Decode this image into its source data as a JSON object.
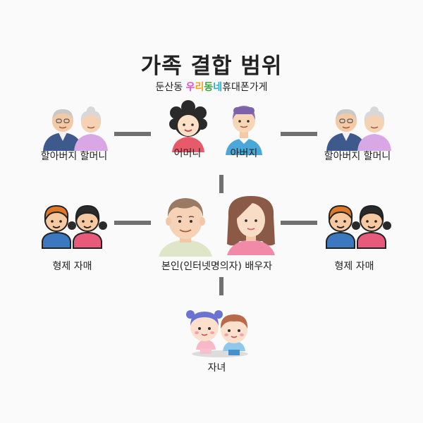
{
  "title": "가족 결합 범위",
  "subtitle": {
    "prefix": "둔산동 ",
    "brand_chars": [
      "우",
      "리",
      "동",
      "네"
    ],
    "brand_colors": [
      "#e84bd8",
      "#f0a020",
      "#3aa63a",
      "#2aa8d8"
    ],
    "suffix": "휴대폰가게"
  },
  "nodes": {
    "left_grandparents": "할아버지 할머니",
    "mother": "어머니",
    "father": "아버지",
    "right_grandparents": "할아버지 할머니",
    "left_siblings": "형제 자매",
    "self_spouse": "본인(인터넷명의자) 배우자",
    "right_siblings": "형제 자매",
    "children": "자녀"
  },
  "colors": {
    "connector": "#707070",
    "background": "#fafafa"
  }
}
